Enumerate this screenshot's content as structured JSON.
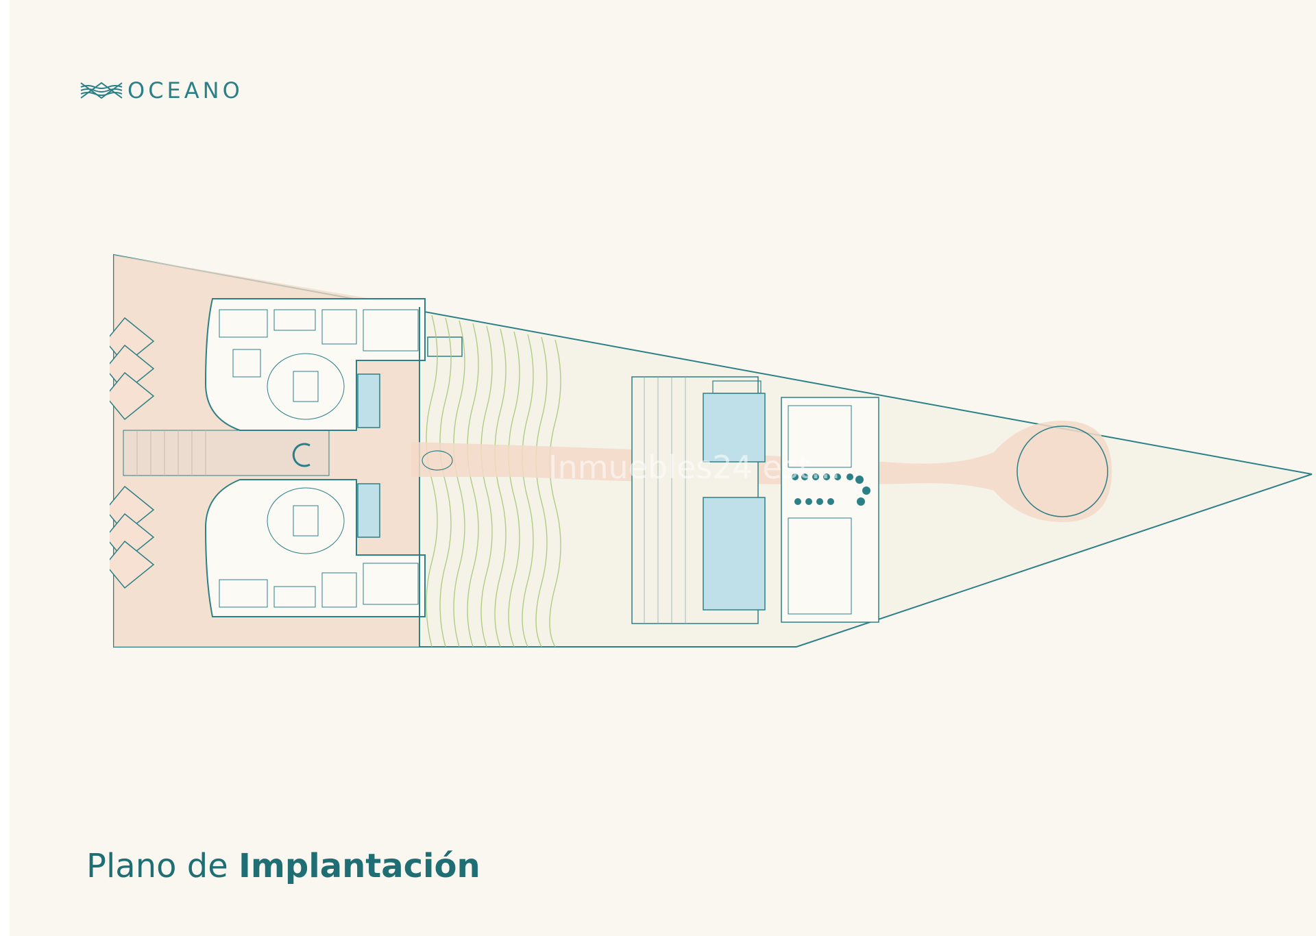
{
  "brand": {
    "name": "OCEANO",
    "mark_icon": "waves-logo-icon"
  },
  "title": {
    "part1": "Plano de",
    "part2": "Implantación"
  },
  "watermark": {
    "text": "Inmuebles24 est..."
  },
  "colors": {
    "background": "#f9f7f0",
    "outline": "#2b7f86",
    "paving": "#f3d9c8",
    "pool": "#bfe0e8",
    "vegetation": "#a9c878"
  }
}
